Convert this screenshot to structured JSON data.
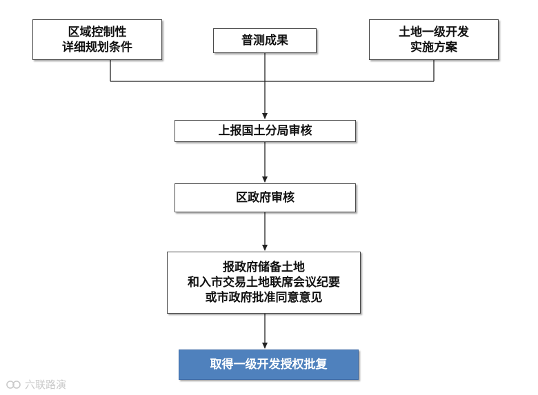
{
  "diagram": {
    "nodes": {
      "regulatory_plan": [
        "区域控制性",
        "详细规划条件"
      ],
      "survey_results": [
        "普测成果"
      ],
      "implementation_plan": [
        "土地一级开发",
        "实施方案"
      ],
      "bureau_review": [
        "上报国土分局审核"
      ],
      "district_review": [
        "区政府审核"
      ],
      "city_approval": [
        "报政府储备土地",
        "和入市交易土地联席会议纪要",
        "或市政府批准同意意见"
      ],
      "final_authorization": [
        "取得一级开发授权批复"
      ]
    },
    "colors": {
      "final_fill": "#4f81bd",
      "line": "#222222"
    }
  },
  "watermark": {
    "text": "六联路演",
    "icon": "watermark-logo-icon"
  }
}
